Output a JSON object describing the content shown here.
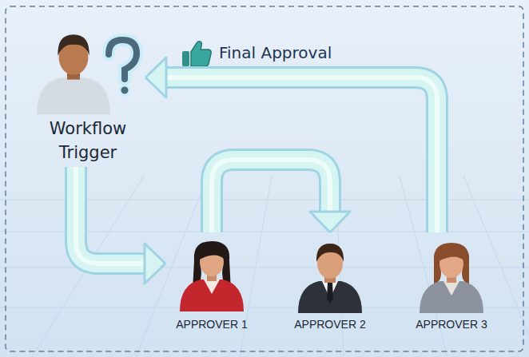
{
  "diagram": {
    "nodes": [
      {
        "text": [
          "Workflow Trigger"
        ]
      },
      {
        "text": [
          "APPROVER 1"
        ]
      },
      {
        "text": [
          "APPROVER 2"
        ]
      },
      {
        "text": [
          "APPROVER 3"
        ]
      }
    ],
    "edges": [
      {
        "from": 0,
        "to": 1,
        "arrow": "to"
      },
      {
        "from": 1,
        "to": 2,
        "arrow": "to"
      },
      {
        "from": 3,
        "to": 0,
        "arrow": "to",
        "label": "Final Approval"
      }
    ]
  }
}
